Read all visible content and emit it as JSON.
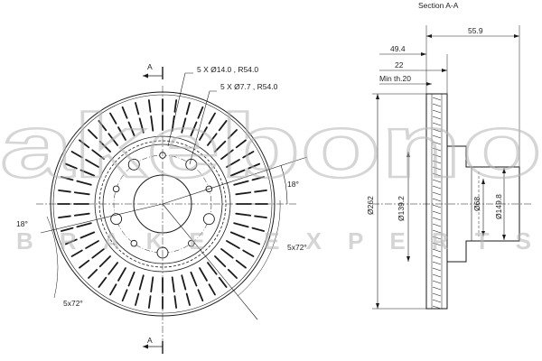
{
  "section_title": "Section A-A",
  "section_marker": "A",
  "front_view": {
    "hole_callout_1": "5 X Ø14.0 , R54.0",
    "hole_callout_2": "5 X Ø7.7 , R54.0",
    "angle_right": "18°",
    "angle_left": "18°",
    "pattern_right": "5x72°",
    "pattern_left": "5x72°"
  },
  "section_view": {
    "dim_total_width": "55.9",
    "dim_offset": "49.4",
    "dim_thickness": "22",
    "dim_min_thickness": "Min th.20",
    "dim_outer_diameter": "Ø262",
    "dim_friction_inner": "Ø139.2",
    "dim_center_bore": "Ø68",
    "dim_hat_diameter": "Ø149.8"
  },
  "watermark": {
    "brand": "akebono",
    "tagline": "BRAKE EXPERTS",
    "color": "#b4b4b4"
  },
  "colors": {
    "line": "#1a1a1a",
    "fill": "#ffffff"
  }
}
